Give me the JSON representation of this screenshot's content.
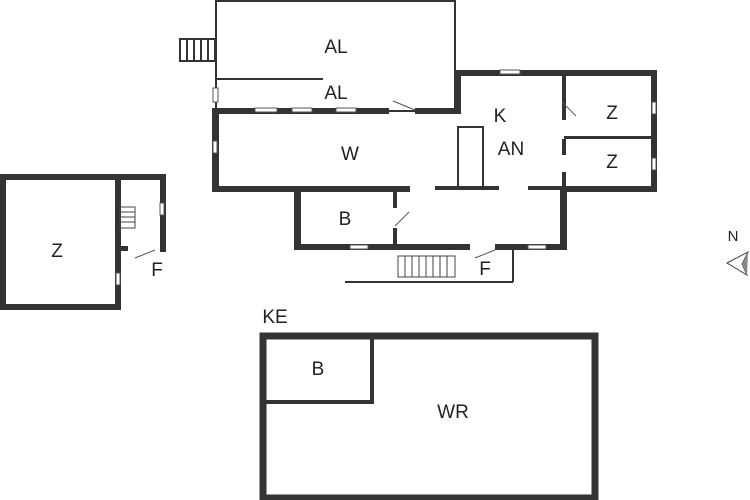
{
  "floorplan": {
    "rooms": {
      "al_upper": "AL",
      "al_lower": "AL",
      "w": "W",
      "k": "K",
      "an": "AN",
      "z_top": "Z",
      "z_bottom": "Z",
      "b_main": "B",
      "f_main": "F",
      "z_annex": "Z",
      "f_annex": "F",
      "ke": "KE",
      "b_cellar": "B",
      "wr": "WR"
    },
    "compass": {
      "label": "N"
    },
    "colors": {
      "wall": "#333333",
      "background": "#ffffff"
    }
  }
}
